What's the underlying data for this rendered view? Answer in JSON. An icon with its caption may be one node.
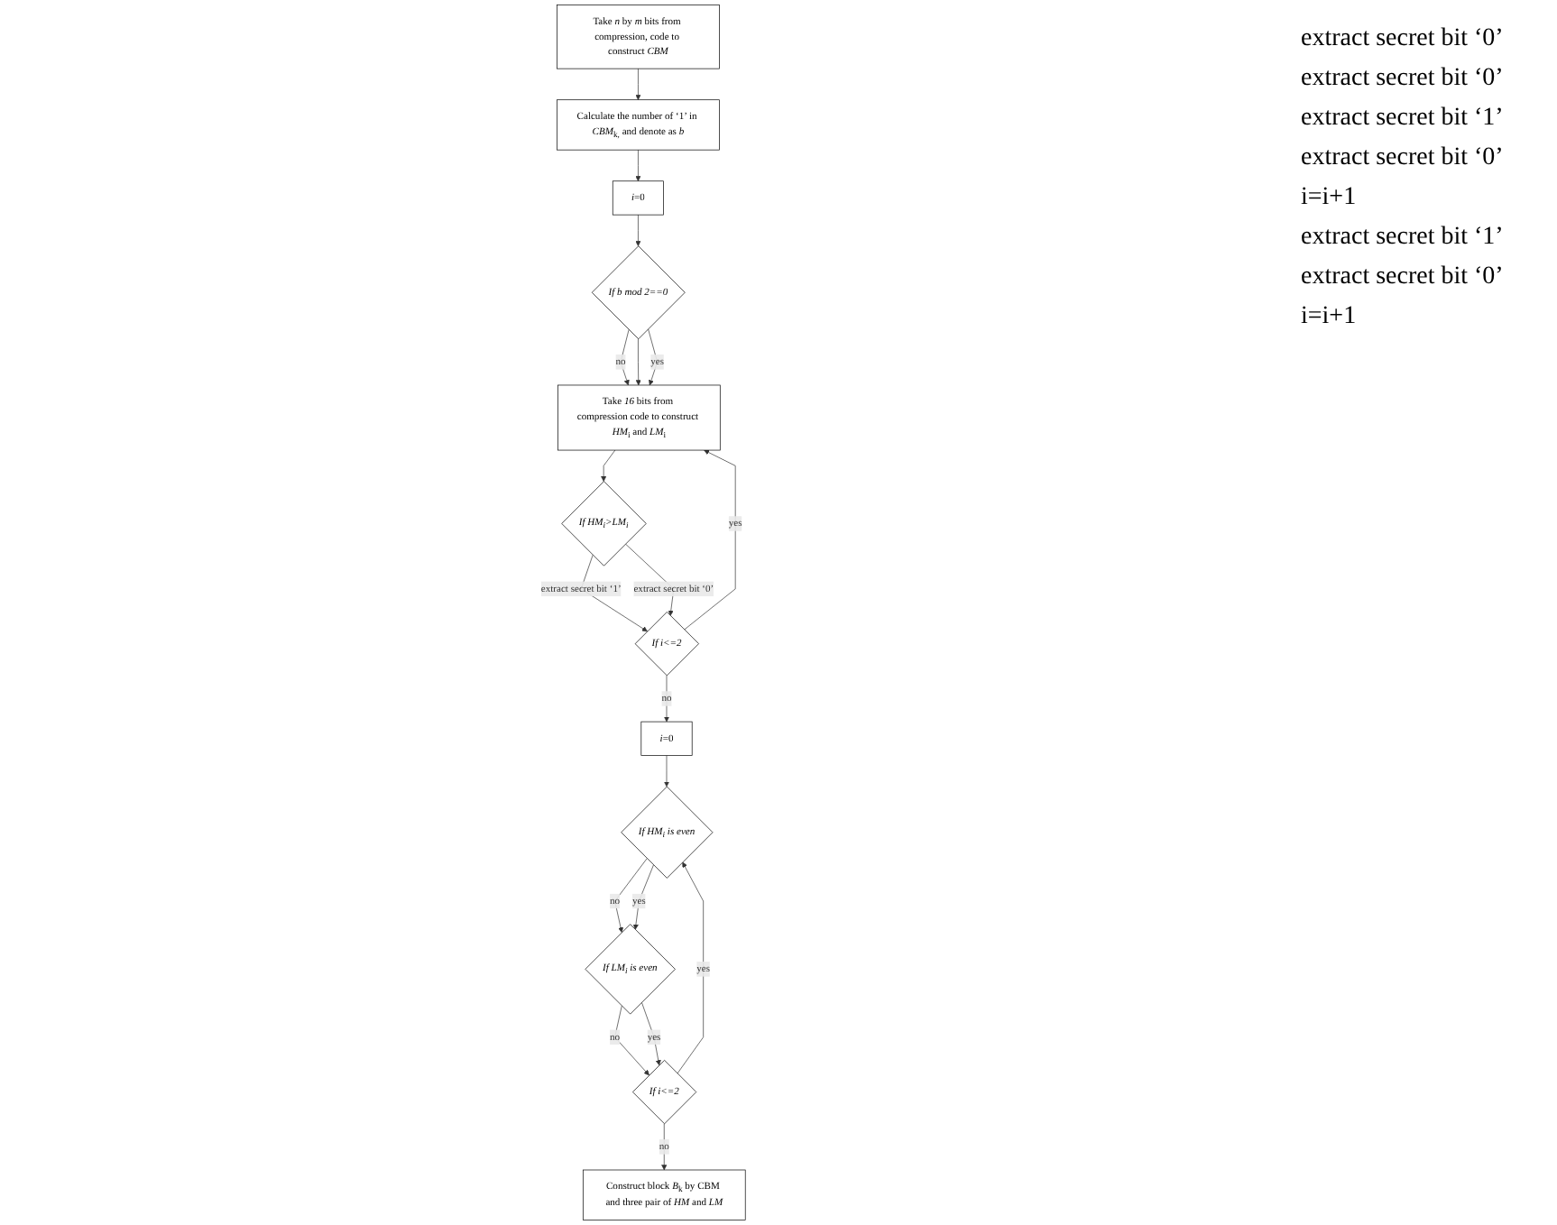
{
  "diagram": {
    "nodes": [
      {
        "text": [
          "Take *n* by *m* bits from compression, code to construct *CBM*"
        ]
      },
      {
        "text": [
          "Calculate the number of ‘1’ in *CBM*$_{k,}$ and denote as *b*"
        ]
      },
      {
        "text": [
          "*i*=0"
        ]
      },
      {
        "text": [
          "If b mod 2==0"
        ]
      },
      {
        "text": [
          "Take *16* bits from compression code to construct *HM*$_{i}$ and *LM*$_{i}$"
        ]
      },
      {
        "text": [
          "If HM$_{i}$>LM$_{i}$"
        ]
      },
      {
        "text": [
          "If i<=2"
        ]
      },
      {
        "text": [
          "*i*=0"
        ]
      },
      {
        "text": [
          "If HM$_{i}$ is even"
        ]
      },
      {
        "text": [
          "If LM$_{i}$ is even"
        ]
      },
      {
        "text": [
          "If i<=2"
        ]
      },
      {
        "text": [
          "Construct block *B*$_{k}$ by CBM and three pair of *HM* and *LM*"
        ]
      }
    ],
    "edges": [
      {
        "from": 0,
        "to": 1,
        "arrow": "to"
      },
      {
        "from": 1,
        "to": 2,
        "arrow": "to"
      },
      {
        "from": 2,
        "to": 3,
        "arrow": "to"
      },
      {
        "from": 3,
        "to": 4,
        "label": "no",
        "arrow": "to"
      },
      {
        "from": 3,
        "to": 4,
        "arrow": "to"
      },
      {
        "from": 3,
        "to": 4,
        "label": "yes",
        "arrow": "to"
      },
      {
        "from": 4,
        "to": 5,
        "arrow": "to"
      },
      {
        "from": 5,
        "to": 6,
        "label": "extract secret bit ‘1’",
        "arrow": "to"
      },
      {
        "from": 5,
        "to": 6,
        "label": "extract secret bit ‘0’",
        "arrow": "to"
      },
      {
        "from": 6,
        "to": 4,
        "label": "yes",
        "arrow": "to"
      },
      {
        "from": 6,
        "to": 7,
        "label": "no",
        "arrow": "to"
      },
      {
        "from": 7,
        "to": 8,
        "arrow": "to"
      },
      {
        "from": 8,
        "to": 9,
        "label": "no",
        "arrow": "to"
      },
      {
        "from": 8,
        "to": 9,
        "label": "yes",
        "arrow": "to"
      },
      {
        "from": 9,
        "to": 10,
        "label": "no",
        "arrow": "to"
      },
      {
        "from": 9,
        "to": 10,
        "label": "yes",
        "arrow": "to"
      },
      {
        "from": 10,
        "to": 11,
        "label": "no",
        "arrow": "to"
      },
      {
        "from": 10,
        "to": 8,
        "label": "yes",
        "arrow": "to"
      }
    ],
    "labels": [
      "extract secret bit ‘0’",
      "extract secret bit ‘0’",
      "extract secret bit ‘1’",
      "extract secret bit ‘0’",
      "i=i+1",
      "extract secret bit ‘1’",
      "extract secret bit ‘0’",
      "i=i+1"
    ]
  }
}
